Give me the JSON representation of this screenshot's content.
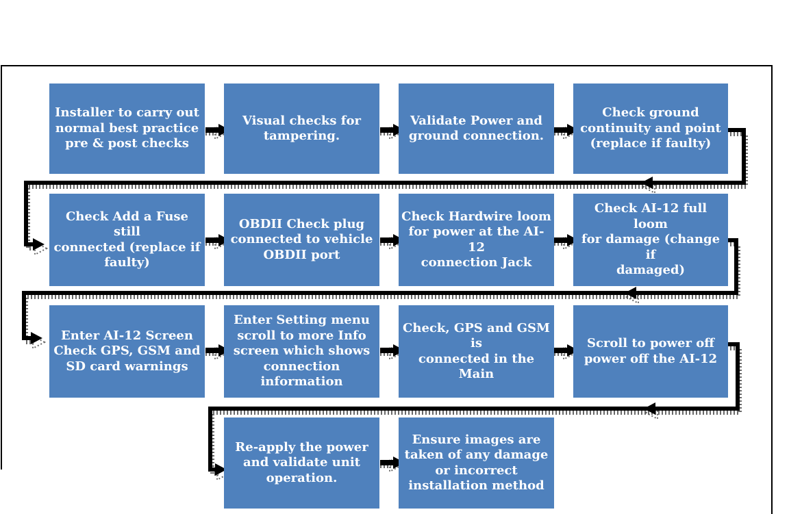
{
  "diagram_type": "flowchart",
  "colors": {
    "box_fill": "#4f81bd",
    "box_text": "#ffffff",
    "connector": "#000000",
    "frame_border": "#000000",
    "background": "#ffffff"
  },
  "nodes": [
    {
      "id": "step-1",
      "label": "Installer to carry out\nnormal best practice\npre & post checks"
    },
    {
      "id": "step-2",
      "label": "Visual checks for\ntampering."
    },
    {
      "id": "step-3",
      "label": "Validate Power and\nground connection."
    },
    {
      "id": "step-4",
      "label": "Check ground\ncontinuity and point\n(replace if faulty)"
    },
    {
      "id": "step-5",
      "label": "Check Add a Fuse still\nconnected (replace if\nfaulty)"
    },
    {
      "id": "step-6",
      "label": "OBDII Check plug\nconnected to vehicle\nOBDII port"
    },
    {
      "id": "step-7",
      "label": "Check Hardwire loom\nfor power at the AI-12\nconnection Jack"
    },
    {
      "id": "step-8",
      "label": "Check AI-12 full loom\nfor damage (change if\ndamaged)"
    },
    {
      "id": "step-9",
      "label": "Enter  AI-12 Screen\nCheck GPS, GSM and\nSD card warnings"
    },
    {
      "id": "step-10",
      "label": "Enter Setting menu\nscroll to more Info\nscreen which shows\nconnection\ninformation"
    },
    {
      "id": "step-11",
      "label": "Check, GPS and GSM is\nconnected in the Main"
    },
    {
      "id": "step-12",
      "label": "Scroll to power off\npower off the AI-12"
    },
    {
      "id": "step-13",
      "label": "Re-apply the power\nand validate unit\noperation."
    },
    {
      "id": "step-14",
      "label": "Ensure images are\ntaken of any damage\nor incorrect\ninstallation method"
    }
  ],
  "edges": [
    {
      "from": "step-1",
      "to": "step-2"
    },
    {
      "from": "step-2",
      "to": "step-3"
    },
    {
      "from": "step-3",
      "to": "step-4"
    },
    {
      "from": "step-4",
      "to": "step-5"
    },
    {
      "from": "step-5",
      "to": "step-6"
    },
    {
      "from": "step-6",
      "to": "step-7"
    },
    {
      "from": "step-7",
      "to": "step-8"
    },
    {
      "from": "step-8",
      "to": "step-9"
    },
    {
      "from": "step-9",
      "to": "step-10"
    },
    {
      "from": "step-10",
      "to": "step-11"
    },
    {
      "from": "step-11",
      "to": "step-12"
    },
    {
      "from": "step-12",
      "to": "step-13"
    },
    {
      "from": "step-13",
      "to": "step-14"
    }
  ]
}
